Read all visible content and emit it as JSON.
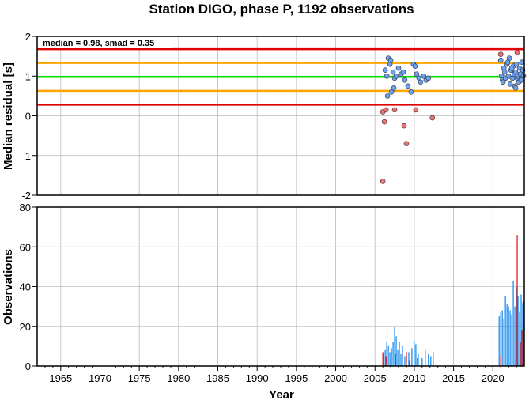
{
  "chart_data": [
    {
      "type": "scatter",
      "title": "Station DIGO, phase P, 1192 observations",
      "ylabel": "Median residual [s]",
      "annotation": "median = 0.98, smad = 0.35",
      "xlim": [
        1962,
        2024
      ],
      "ylim": [
        -2,
        2
      ],
      "y_ticks": [
        "2",
        "1",
        "0",
        "-1",
        "-2"
      ],
      "grid": true,
      "reference_lines": [
        {
          "y": 0.98,
          "color": "#00e000"
        },
        {
          "y": 1.33,
          "color": "#ffa500"
        },
        {
          "y": 0.63,
          "color": "#ffa500"
        },
        {
          "y": 1.68,
          "color": "#e00000"
        },
        {
          "y": 0.28,
          "color": "#e00000"
        }
      ],
      "series": [
        {
          "color": "#6ca0f0",
          "points": [
            [
              2006.5,
              1.0
            ],
            [
              2006.7,
              1.45
            ],
            [
              2006.9,
              1.3
            ],
            [
              2007.0,
              1.4
            ],
            [
              2007.3,
              1.1
            ],
            [
              2007.5,
              0.95
            ],
            [
              2007.7,
              1.0
            ],
            [
              2008.0,
              1.2
            ],
            [
              2008.3,
              1.05
            ],
            [
              2008.6,
              1.1
            ],
            [
              2008.8,
              0.9
            ],
            [
              2006.6,
              0.5
            ],
            [
              2007.1,
              0.6
            ],
            [
              2007.4,
              0.7
            ],
            [
              2009.2,
              0.75
            ],
            [
              2009.6,
              0.6
            ],
            [
              2009.9,
              1.3
            ],
            [
              2010.1,
              1.25
            ],
            [
              2010.3,
              1.05
            ],
            [
              2010.6,
              0.95
            ],
            [
              2010.8,
              0.85
            ],
            [
              2011.2,
              1.0
            ],
            [
              2011.5,
              0.9
            ],
            [
              2011.8,
              0.95
            ],
            [
              2006.3,
              1.15
            ],
            [
              2021.0,
              1.4
            ],
            [
              2021.1,
              1.0
            ],
            [
              2021.2,
              0.9
            ],
            [
              2021.4,
              1.2
            ],
            [
              2021.5,
              1.1
            ],
            [
              2021.6,
              0.95
            ],
            [
              2021.8,
              1.3
            ],
            [
              2022.0,
              1.0
            ],
            [
              2022.1,
              1.45
            ],
            [
              2022.2,
              0.8
            ],
            [
              2022.3,
              1.15
            ],
            [
              2022.5,
              0.95
            ],
            [
              2022.6,
              1.25
            ],
            [
              2022.7,
              1.05
            ],
            [
              2022.8,
              0.75
            ],
            [
              2022.9,
              1.1
            ],
            [
              2023.0,
              1.3
            ],
            [
              2023.1,
              0.95
            ],
            [
              2023.2,
              1.0
            ],
            [
              2023.3,
              0.85
            ],
            [
              2023.4,
              1.2
            ],
            [
              2023.5,
              1.05
            ],
            [
              2023.6,
              0.9
            ],
            [
              2023.7,
              1.35
            ],
            [
              2023.8,
              1.15
            ],
            [
              2023.9,
              1.0
            ],
            [
              2021.3,
              0.85
            ],
            [
              2021.9,
              1.35
            ],
            [
              2022.4,
              1.2
            ],
            [
              2022.9,
              0.7
            ]
          ]
        },
        {
          "color": "#f07070",
          "points": [
            [
              2006.0,
              0.1
            ],
            [
              2006.2,
              -0.15
            ],
            [
              2006.4,
              0.15
            ],
            [
              2006.0,
              -1.65
            ],
            [
              2007.5,
              0.15
            ],
            [
              2008.7,
              -0.25
            ],
            [
              2009.0,
              -0.7
            ],
            [
              2010.2,
              0.15
            ],
            [
              2012.3,
              -0.05
            ],
            [
              2021.0,
              1.55
            ],
            [
              2023.1,
              1.6
            ]
          ]
        }
      ]
    },
    {
      "type": "bar",
      "xlabel": "Year",
      "ylabel": "Observations",
      "xlim": [
        1962,
        2024
      ],
      "ylim": [
        0,
        80
      ],
      "y_ticks": [
        "80",
        "60",
        "40",
        "20",
        "0"
      ],
      "x_ticks": [
        "1965",
        "1970",
        "1975",
        "1980",
        "1985",
        "1990",
        "1995",
        "2000",
        "2005",
        "2010",
        "2015",
        "2020"
      ],
      "grid": true,
      "series": [
        {
          "color": "#1f8ff0",
          "points": [
            [
              2006.1,
              6
            ],
            [
              2006.3,
              8
            ],
            [
              2006.5,
              12
            ],
            [
              2006.7,
              10
            ],
            [
              2006.9,
              7
            ],
            [
              2007.1,
              9
            ],
            [
              2007.3,
              12
            ],
            [
              2007.5,
              20
            ],
            [
              2007.7,
              15
            ],
            [
              2007.9,
              8
            ],
            [
              2008.1,
              12
            ],
            [
              2008.3,
              6
            ],
            [
              2008.5,
              10
            ],
            [
              2008.8,
              5
            ],
            [
              2009.3,
              7
            ],
            [
              2009.7,
              9
            ],
            [
              2010.0,
              12
            ],
            [
              2010.2,
              11
            ],
            [
              2010.5,
              6
            ],
            [
              2011.0,
              4
            ],
            [
              2011.4,
              8
            ],
            [
              2011.8,
              6
            ],
            [
              2012.1,
              5
            ],
            [
              2020.8,
              25
            ],
            [
              2021.0,
              27
            ],
            [
              2021.2,
              28
            ],
            [
              2021.4,
              24
            ],
            [
              2021.6,
              35
            ],
            [
              2021.8,
              31
            ],
            [
              2022.0,
              30
            ],
            [
              2022.2,
              28
            ],
            [
              2022.4,
              26
            ],
            [
              2022.6,
              43
            ],
            [
              2022.8,
              30
            ],
            [
              2023.0,
              40
            ],
            [
              2023.2,
              35
            ],
            [
              2023.4,
              27
            ],
            [
              2023.6,
              36
            ],
            [
              2023.8,
              32
            ],
            [
              2023.95,
              33
            ]
          ]
        },
        {
          "color": "#e02020",
          "points": [
            [
              2006.0,
              7
            ],
            [
              2006.4,
              5
            ],
            [
              2007.6,
              6
            ],
            [
              2009.0,
              7
            ],
            [
              2009.4,
              3
            ],
            [
              2010.4,
              4
            ],
            [
              2012.4,
              7
            ],
            [
              2021.0,
              5
            ],
            [
              2023.1,
              66
            ],
            [
              2023.5,
              12
            ],
            [
              2023.7,
              18
            ]
          ]
        }
      ]
    }
  ]
}
